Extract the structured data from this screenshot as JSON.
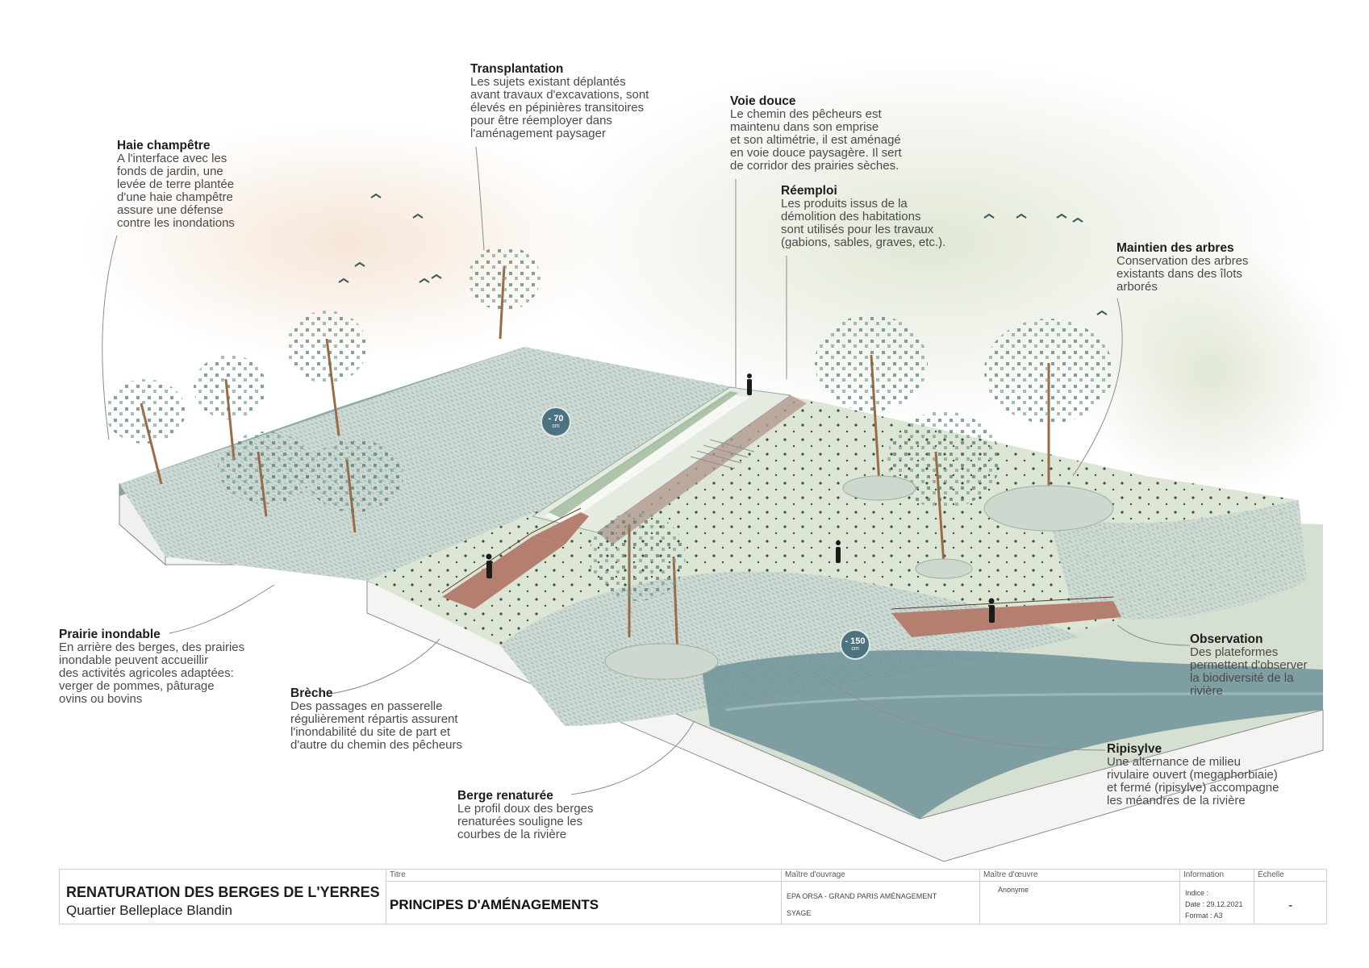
{
  "annotations": [
    {
      "id": "haie",
      "title": "Haie champêtre",
      "body": "A l'interface avec les\nfonds de jardin, une\nlevée de terre plantée\nd'une haie champêtre\nassure une défense\ncontre les inondations"
    },
    {
      "id": "transplantation",
      "title": "Transplantation",
      "body": "Les sujets existant déplantés\navant travaux d'excavations, sont\nélevés en pépinières transitoires\npour être réemployer dans\nl'aménagement paysager"
    },
    {
      "id": "voie",
      "title": "Voie douce",
      "body": "Le chemin des pêcheurs est\nmaintenu dans son emprise\net son altimétrie, il est aménagé\nen voie douce paysagère. Il sert\nde corridor des prairies sèches."
    },
    {
      "id": "reemploi",
      "title": "Réemploi",
      "body": "Les produits issus de la\ndémolition des habitations\nsont utilisés pour les travaux\n(gabions, sables, graves, etc.)."
    },
    {
      "id": "maintien",
      "title": "Maintien des arbres",
      "body": "Conservation des arbres\nexistants dans des îlots\narborés"
    },
    {
      "id": "prairie",
      "title": "Prairie inondable",
      "body": "En arrière des berges, des prairies\ninondable peuvent accueillir\ndes activités agricoles adaptées:\nverger de pommes, pâturage\novins ou bovins"
    },
    {
      "id": "breche",
      "title": "Brèche",
      "body": "Des passages en passerelle\nrégulièrement répartis assurent\nl'inondabilité du site de part et\nd'autre du chemin des pêcheurs"
    },
    {
      "id": "berge",
      "title": "Berge renaturée",
      "body": "Le profil doux des berges\nrenaturées souligne les\ncourbes de la rivière"
    },
    {
      "id": "observation",
      "title": "Observation",
      "body": "Des plateformes\npermettent d'observer\nla biodiversité de la\nrivière"
    },
    {
      "id": "ripisylve",
      "title": "Ripisylve",
      "body": "Une alternance de milieu\nrivulaire ouvert (megaphorbiaie)\net fermé (ripisylve) accompagne\nles méandres de la rivière"
    }
  ],
  "badges": [
    {
      "value": "- 70",
      "unit": "cm"
    },
    {
      "value": "- 150",
      "unit": "cm"
    }
  ],
  "cartouche": {
    "project_title": "RENATURATION DES BERGES DE L'YERRES",
    "project_subtitle": "Quartier Belleplace Blandin",
    "titre_caption": "Titre",
    "titre_value": "PRINCIPES D'AMÉNAGEMENTS",
    "maitre_ouvrage_caption": "Maître d'ouvrage",
    "maitre_ouvrage_1": "EPA ORSA - GRAND PARIS AMÉNAGEMENT",
    "maitre_ouvrage_2": "SYAGE",
    "maitre_oeuvre_caption": "Maître d'œuvre",
    "maitre_oeuvre_value": "Anonyme",
    "information_caption": "Information",
    "indice": "Indice :",
    "date": "Date : 29.12.2021",
    "format": "Format : A3",
    "echelle_caption": "Échelle",
    "echelle_value": "-"
  },
  "colors": {
    "ground": "#c9d6c8",
    "meadow": "#dbe4d6",
    "water": "#6f929a",
    "walkway": "#b57f70",
    "trunk": "#9c6b45",
    "canopy": "#4f7d76",
    "badge": "#4d7381"
  }
}
